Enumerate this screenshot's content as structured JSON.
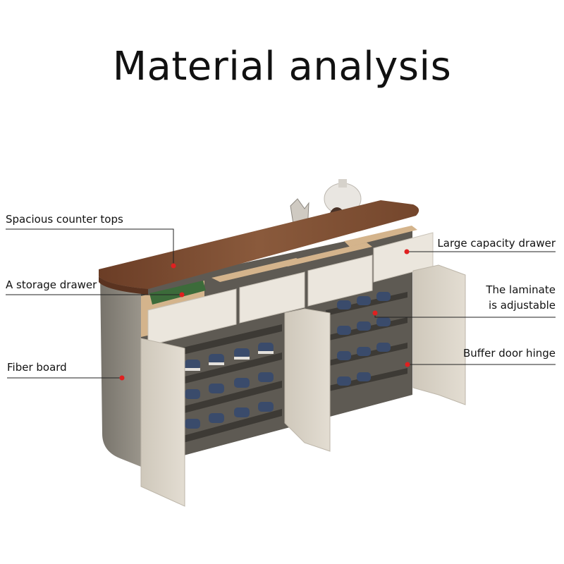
{
  "title": "Material analysis",
  "callouts": {
    "counter_tops": "Spacious counter tops",
    "storage_drawer": "A storage drawer",
    "fiber_board": "Fiber board",
    "large_drawer": "Large capacity drawer",
    "laminate_line1": "The laminate",
    "laminate_line2": "is adjustable",
    "door_hinge": "Buffer door hinge"
  },
  "colors": {
    "wood_top": "#7a4a30",
    "cabinet_body": "#8a857c",
    "drawer_front": "#ebe6dd",
    "door": "#dcd6cb",
    "marker": "#e02020",
    "leader": "#222222"
  }
}
